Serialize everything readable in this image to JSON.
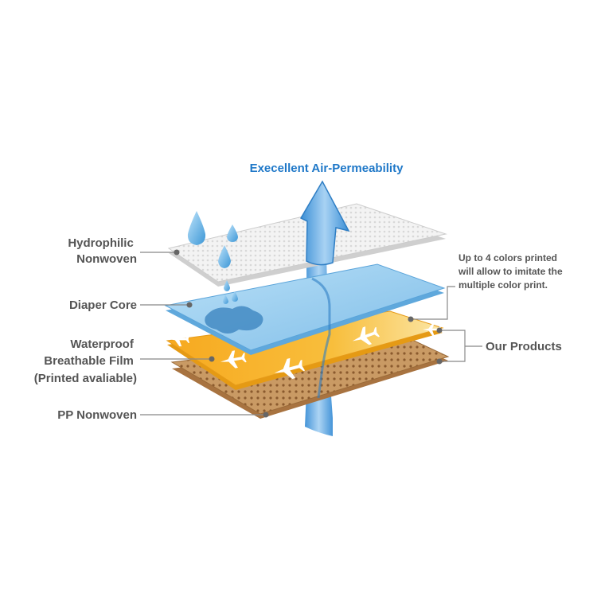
{
  "title": "Execellent Air-Permeability",
  "colors": {
    "title_blue": "#1f78c8",
    "label_gray": "#555555",
    "leader_gray": "#888888",
    "hydrophilic_layer": "#eeeeee",
    "core_layer": "#9fd0f0",
    "film_layer": "#f5b42a",
    "pp_layer": "#c8935a",
    "arrow_blue": "#5ba7e0"
  },
  "labels": {
    "hydrophilic": [
      "Hydrophilic",
      "Nonwoven"
    ],
    "core": [
      "Diaper Core"
    ],
    "film": [
      "Waterproof",
      "Breathable Film",
      "(Printed avaliable)"
    ],
    "pp": [
      "PP Nonwoven"
    ],
    "note": [
      "Up to 4 colors printed",
      "will allow to imitate the",
      "multiple color print."
    ],
    "products": [
      "Our Products"
    ]
  },
  "icons": [
    "water-drop-icon",
    "airplane-icon",
    "air-flow-arrow-icon"
  ]
}
